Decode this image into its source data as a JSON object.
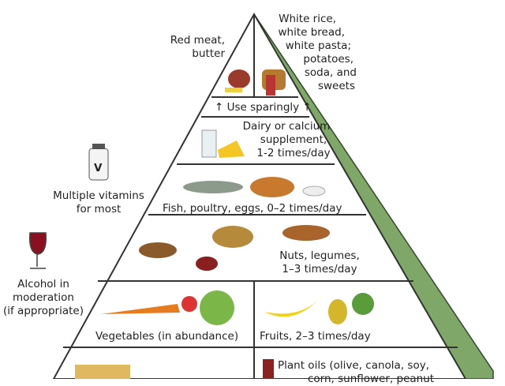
{
  "top_left": [
    "Red meat,",
    "butter"
  ],
  "top_right": [
    "White rice,",
    "white bread,",
    "white pasta;",
    "potatoes,",
    "soda, and",
    "sweets"
  ],
  "use_sparingly": "Use sparingly",
  "dairy": [
    "Dairy or calcium",
    "supplement,",
    "1-2 times/day"
  ],
  "vitamins": [
    "Multiple vitamins",
    "for most"
  ],
  "vitamin_letter": "V",
  "fish": "Fish, poultry, eggs, 0–2 times/day",
  "nuts": [
    "Nuts, legumes,",
    "1–3 times/day"
  ],
  "alcohol": [
    "Alcohol in",
    "moderation",
    "(if appropriate)"
  ],
  "vegetables": "Vegetables (in abundance)",
  "fruits": "Fruits, 2–3 times/day",
  "oils": [
    "Plant oils (olive, canola, soy,",
    "corn, sunflower, peanut"
  ],
  "colors": {
    "side": "#6f9a5a",
    "outline": "#333333"
  }
}
